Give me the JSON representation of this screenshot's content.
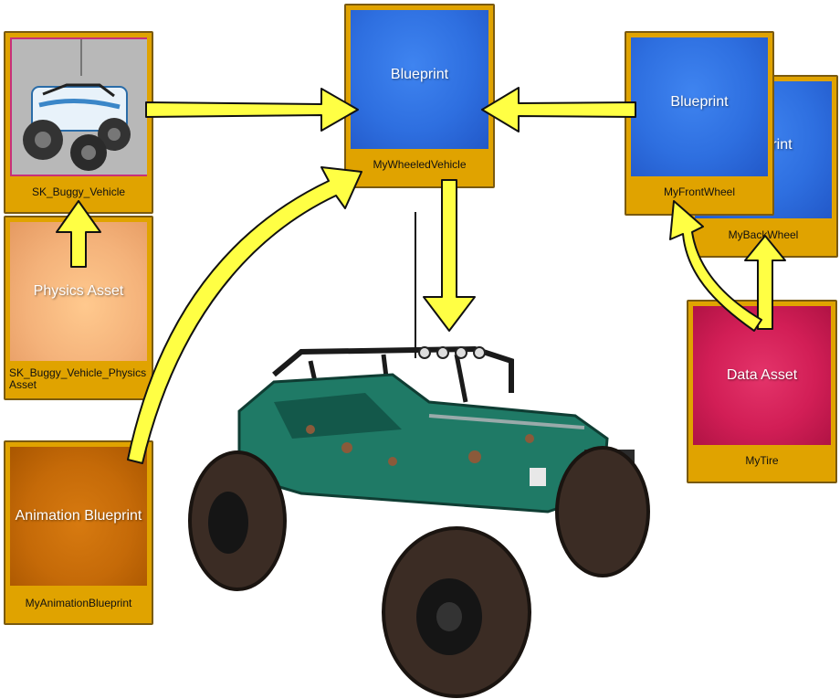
{
  "nodes": {
    "skeletal_mesh": {
      "label": "SK_Buggy_Vehicle"
    },
    "physics": {
      "title": "Physics Asset",
      "label": "SK_Buggy_Vehicle_PhysicsAsset"
    },
    "anim": {
      "title": "Animation Blueprint",
      "label": "MyAnimationBlueprint"
    },
    "vehicle": {
      "title": "Blueprint",
      "label": "MyWheeledVehicle"
    },
    "front_wheel": {
      "title": "Blueprint",
      "label": "MyFrontWheel"
    },
    "back_wheel": {
      "title": "Blueprint",
      "label": "MyBackWheel"
    },
    "tire": {
      "title": "Data Asset",
      "label": "MyTire"
    }
  },
  "colors": {
    "card": "#e0a300",
    "blueprint": "#2e6fe0",
    "physics": "#f4b27a",
    "anim": "#c56a08",
    "data_asset": "#d21e56",
    "arrow": "#ffff44"
  }
}
